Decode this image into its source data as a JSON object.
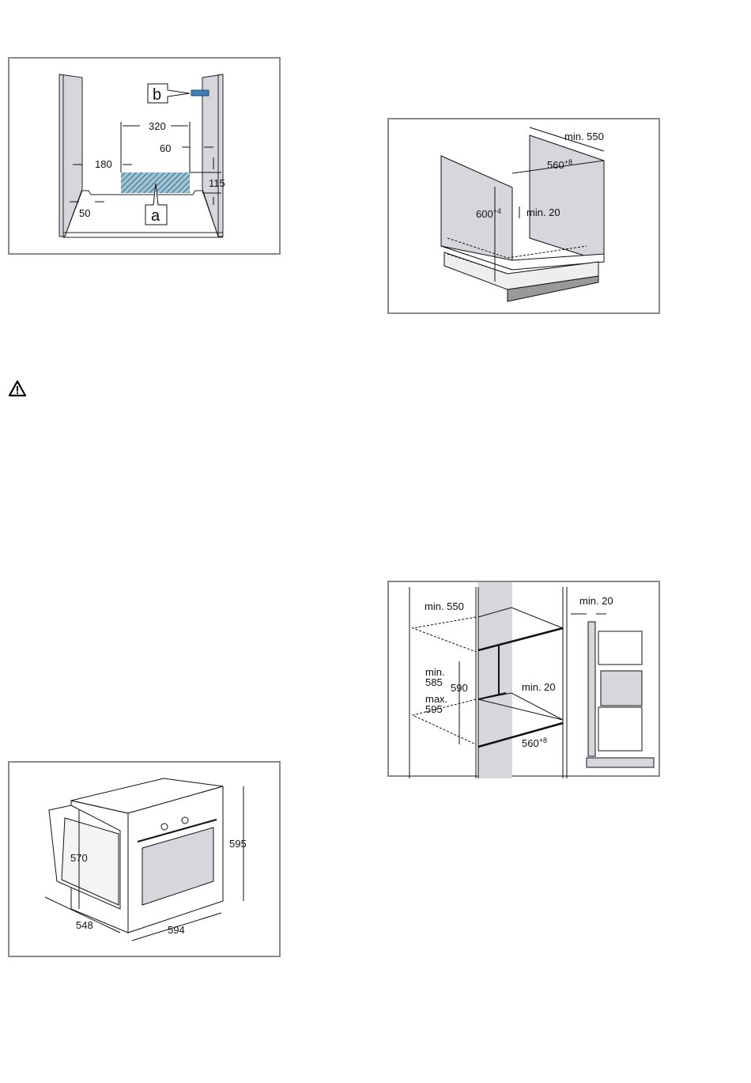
{
  "figure_cabinet_top": {
    "dims": {
      "d320": "320",
      "d60": "60",
      "d180": "180",
      "d115": "115",
      "d50": "50"
    },
    "labels": {
      "a": "a",
      "b": "b"
    },
    "hatch_color": "#7fb3cc",
    "bracket_color": "#3a7fb5"
  },
  "figure_under_counter": {
    "dims": {
      "min550": "min. 550",
      "w560": "560",
      "w560_sup": "+8",
      "h600": "600",
      "h600_sup": "+4",
      "min20": "min. 20"
    }
  },
  "figure_tall_unit": {
    "dims": {
      "min550": "min. 550",
      "min585_a": "min.",
      "min585_b": "585",
      "h590": "590",
      "max595_a": "max.",
      "max595_b": "595",
      "min20": "min. 20",
      "w560": "560",
      "w560_sup": "+8",
      "side_min20": "min. 20"
    }
  },
  "figure_appliance": {
    "dims": {
      "h595": "595",
      "h570": "570",
      "d548": "548",
      "w594": "594"
    }
  },
  "warning_icon": "warning-triangle-icon",
  "colors": {
    "panel_grey": "#d6d6dc",
    "frame": "#8a8a8a"
  }
}
